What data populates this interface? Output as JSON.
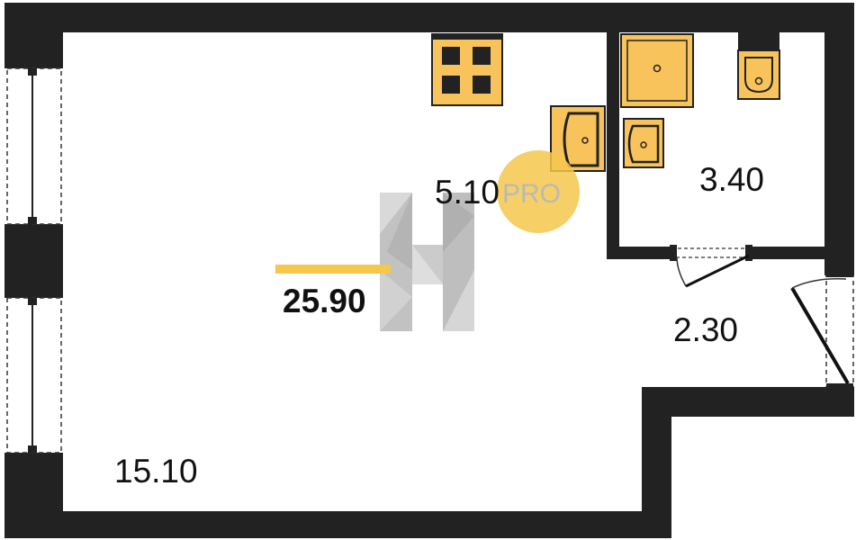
{
  "plan": {
    "rooms": [
      {
        "id": "main-room",
        "area": "15.10"
      },
      {
        "id": "kitchen",
        "area": "5.10"
      },
      {
        "id": "bathroom",
        "area": "3.40"
      },
      {
        "id": "hallway",
        "area": "2.30"
      }
    ],
    "total_area": "25.90",
    "colors": {
      "walls": "#222222",
      "fixtures": "#f7c35a",
      "accent_bar": "#f5c84c",
      "watermark_gray": "#9a9a9a"
    }
  },
  "watermark": {
    "logo_text": "PRO",
    "badge_color": "#f5c84c"
  },
  "icons": [
    "stove-icon",
    "shower-tray-icon",
    "toilet-icon",
    "kitchen-sink-icon",
    "washbasin-icon",
    "door-swing-icon",
    "window-icon"
  ]
}
